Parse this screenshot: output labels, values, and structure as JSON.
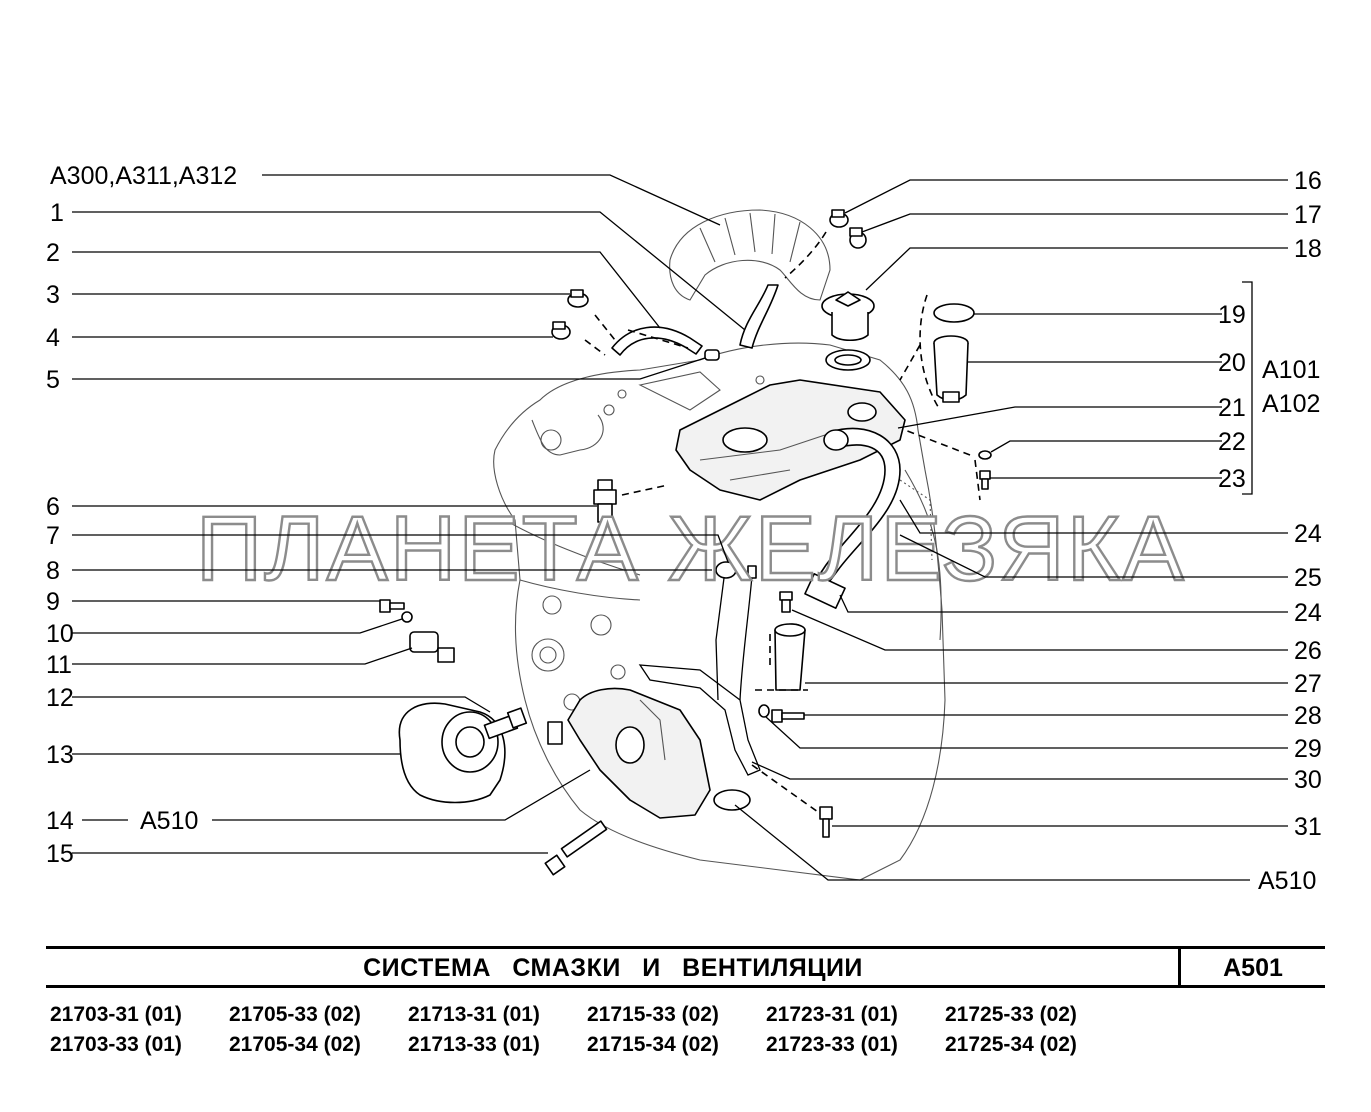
{
  "diagram": {
    "left_callouts": [
      {
        "label": "А300,А311,А312"
      },
      {
        "label": "1"
      },
      {
        "label": "2"
      },
      {
        "label": "3"
      },
      {
        "label": "4"
      },
      {
        "label": "5"
      },
      {
        "label": "6"
      },
      {
        "label": "7"
      },
      {
        "label": "8"
      },
      {
        "label": "9"
      },
      {
        "label": "10"
      },
      {
        "label": "11"
      },
      {
        "label": "12"
      },
      {
        "label": "13"
      },
      {
        "label": "14"
      },
      {
        "label": "15"
      }
    ],
    "ref_14": "А510",
    "right_callouts": [
      {
        "label": "16"
      },
      {
        "label": "17"
      },
      {
        "label": "18"
      },
      {
        "label": "19"
      },
      {
        "label": "20"
      },
      {
        "label": "21"
      },
      {
        "label": "22"
      },
      {
        "label": "23"
      },
      {
        "label": "24"
      },
      {
        "label": "25"
      },
      {
        "label": "24"
      },
      {
        "label": "26"
      },
      {
        "label": "27"
      },
      {
        "label": "28"
      },
      {
        "label": "29"
      },
      {
        "label": "30"
      },
      {
        "label": "31"
      },
      {
        "label": "А510"
      }
    ],
    "group_refs": [
      "А101",
      "А102"
    ],
    "watermark": "ПЛАНЕТА ЖЕЛЕЗЯКА"
  },
  "title_block": {
    "title": "СИСТЕМА СМАЗКИ И ВЕНТИЛЯЦИИ",
    "code": "А501"
  },
  "models": [
    "21703-31 (01)",
    "21705-33 (02)",
    "21713-31 (01)",
    "21715-33 (02)",
    "21723-31 (01)",
    "21725-33 (02)",
    "21703-33 (01)",
    "21705-34 (02)",
    "21713-33 (01)",
    "21715-34 (02)",
    "21723-33 (01)",
    "21725-34 (02)"
  ]
}
